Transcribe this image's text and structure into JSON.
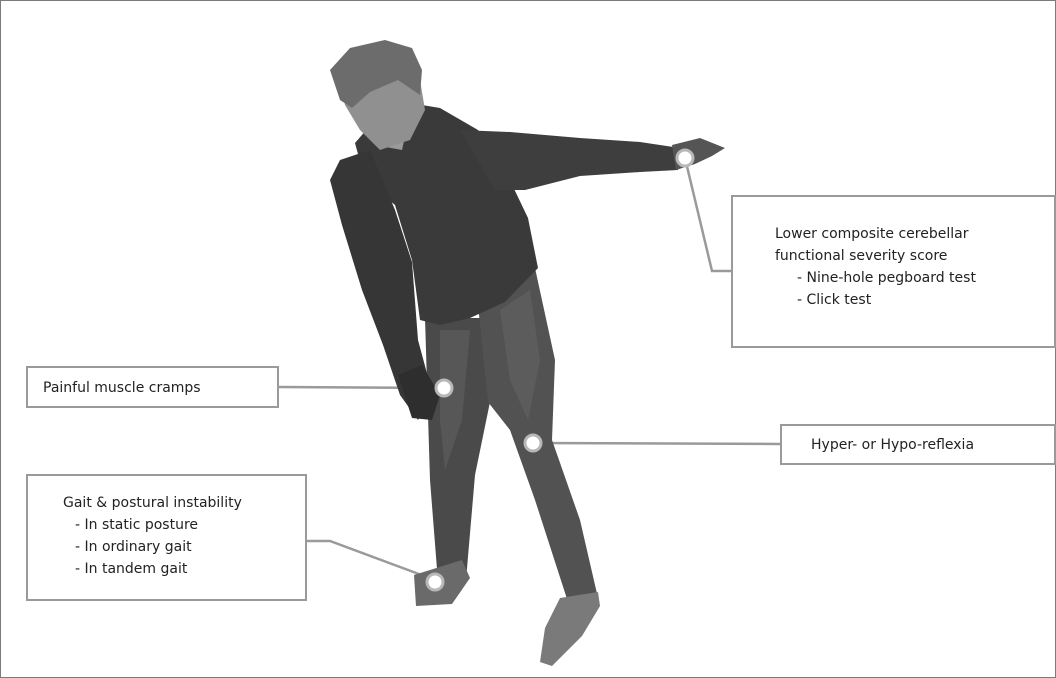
{
  "callouts": {
    "cerebellar": {
      "title_line1": "Lower composite cerebellar",
      "title_line2": "functional severity score",
      "items": [
        "- Nine-hole pegboard test",
        "- Click test"
      ]
    },
    "cramps": {
      "title": "Painful muscle cramps"
    },
    "reflexia": {
      "title": "Hyper- or Hypo-reflexia"
    },
    "gait": {
      "title": "Gait & postural instability",
      "items": [
        "- In static posture",
        "- In ordinary gait",
        "- In tandem gait"
      ]
    }
  },
  "colors": {
    "frame": "#7a7a7a",
    "box_border": "#9a9a9a",
    "leader_line": "#9a9a9a",
    "marker_fill": "#ffffff",
    "marker_ring": "#b8b8b8",
    "shirt": "#3c3c3c",
    "jeans": "#555555",
    "skin": "#8c8c8c",
    "hair": "#6e6e6e"
  }
}
